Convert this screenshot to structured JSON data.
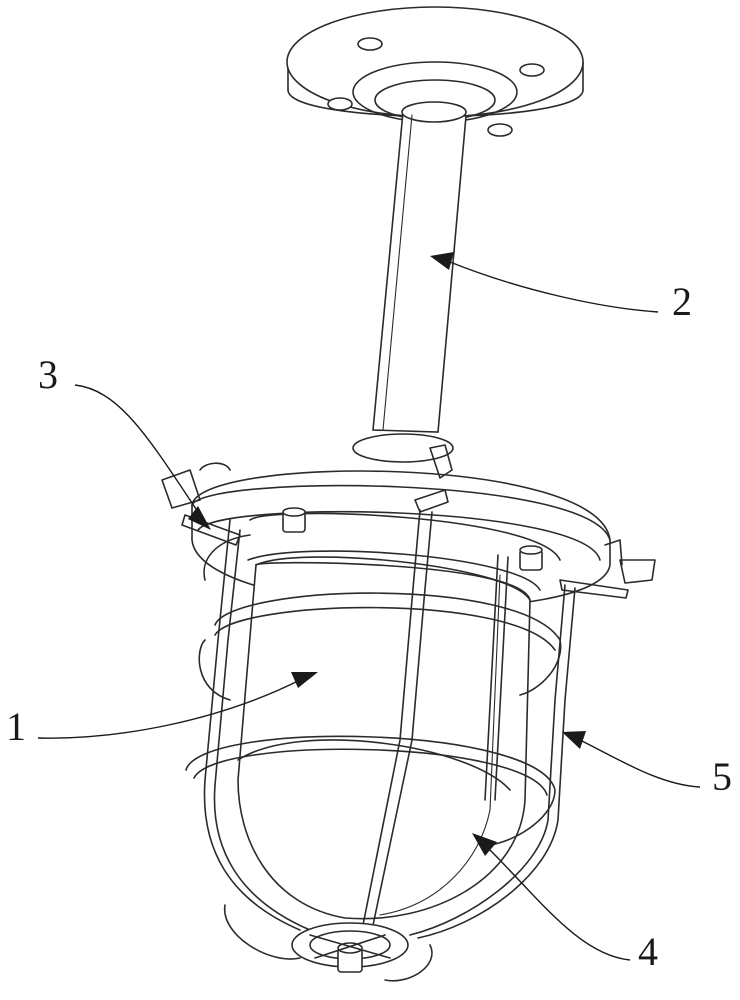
{
  "figure": {
    "callouts": [
      {
        "id": "1",
        "label": "1"
      },
      {
        "id": "2",
        "label": "2"
      },
      {
        "id": "3",
        "label": "3"
      },
      {
        "id": "4",
        "label": "4"
      },
      {
        "id": "5",
        "label": "5"
      }
    ]
  }
}
